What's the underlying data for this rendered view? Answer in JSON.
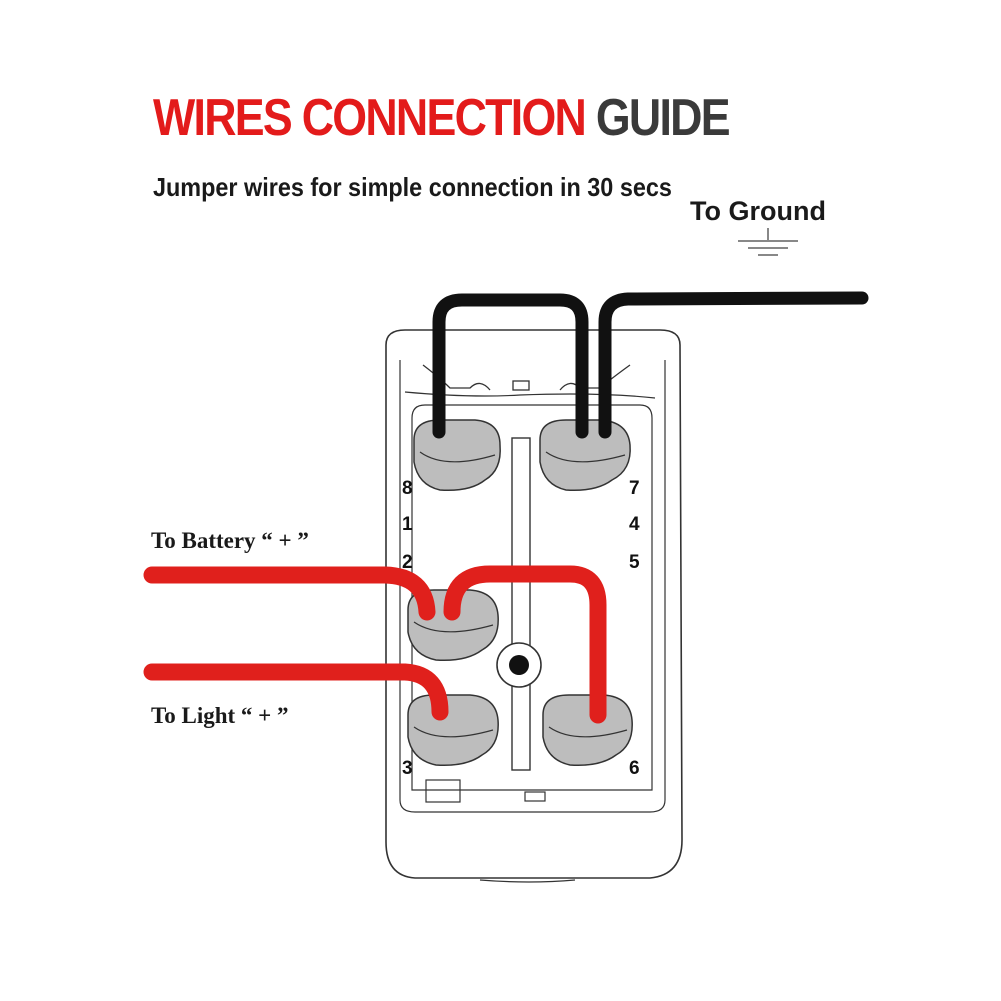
{
  "title": {
    "part1": "WIRES CONNECTION",
    "part2": "GUIDE",
    "color_part1": "#e31b1b",
    "color_part2": "#3a3a3a"
  },
  "subtitle": "Jumper wires for simple connection in 30 secs",
  "labels": {
    "ground": "To Ground",
    "battery": "To Battery “ + ”",
    "light": "To Light “ + ”"
  },
  "pins": {
    "p8": "8",
    "p1": "1",
    "p2": "2",
    "p3": "3",
    "p7": "7",
    "p4": "4",
    "p5": "5",
    "p6": "6"
  },
  "colors": {
    "red_wire": "#e0201c",
    "black_wire": "#111111",
    "terminal": "#bdbdbd",
    "ground_symbol": "ground-icon"
  }
}
